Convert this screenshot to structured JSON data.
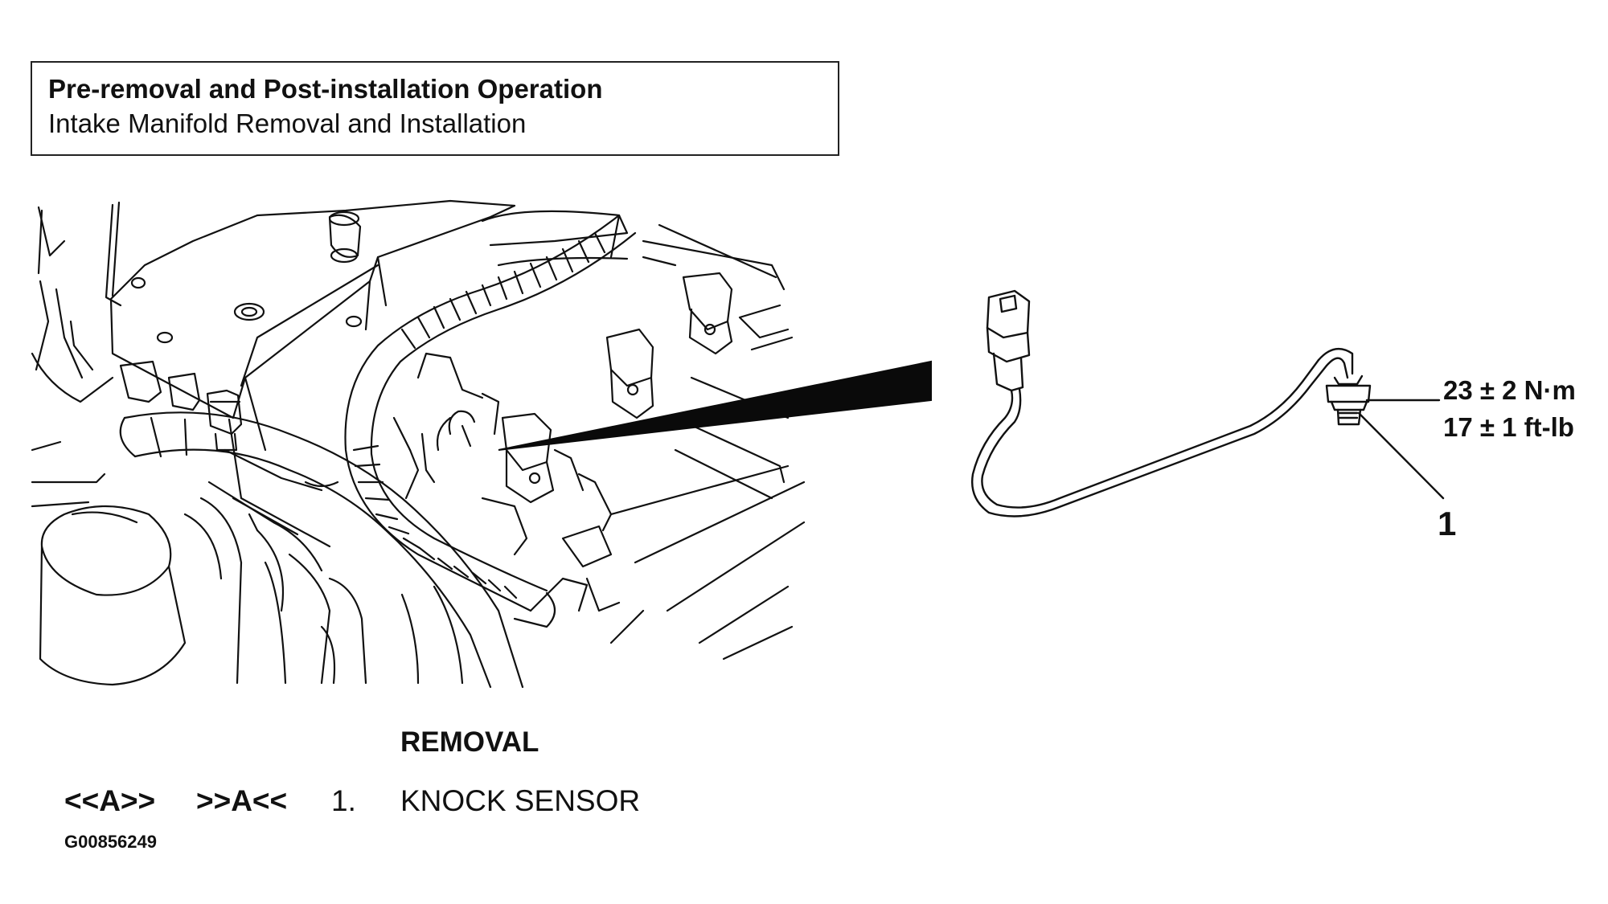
{
  "header": {
    "title": "Pre-removal and Post-installation Operation",
    "subtitle": "Intake Manifold Removal and Installation"
  },
  "figure": {
    "engine_illustration": "engine-bay-illustration",
    "sensor_illustration": "knock-sensor-illustration",
    "torque_nm": "23 ± 2 N·m",
    "torque_ftlb": "17 ± 1 ft-lb",
    "callout": "1"
  },
  "removal": {
    "heading": "REMOVAL",
    "items": [
      {
        "removal_tag": "<<A>>",
        "install_tag": ">>A<<",
        "number": "1.",
        "label": "KNOCK SENSOR"
      }
    ]
  },
  "figure_id": "G00856249",
  "colors": {
    "ink": "#111111",
    "background": "#ffffff"
  }
}
